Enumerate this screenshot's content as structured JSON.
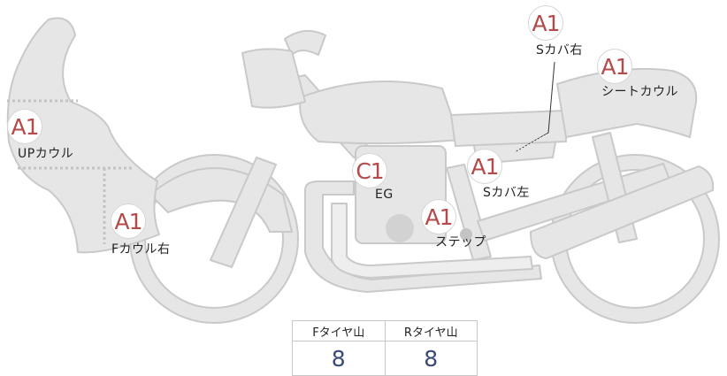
{
  "parts": [
    {
      "id": "up-cowl",
      "grade": "A1",
      "label": "UPカウル"
    },
    {
      "id": "f-cowl-right",
      "grade": "A1",
      "label": "Fカウル右"
    },
    {
      "id": "engine",
      "grade": "C1",
      "label": "EG"
    },
    {
      "id": "step",
      "grade": "A1",
      "label": "ステップ"
    },
    {
      "id": "side-cover-left",
      "grade": "A1",
      "label": "Sカバ左"
    },
    {
      "id": "side-cover-right",
      "grade": "A1",
      "label": "Sカバ右"
    },
    {
      "id": "seat-cowl",
      "grade": "A1",
      "label": "シートカウル"
    }
  ],
  "tire_table": {
    "headers": [
      "Fタイヤ山",
      "Rタイヤ山"
    ],
    "values": [
      "8",
      "8"
    ]
  },
  "colors": {
    "body_fill": "#e6e6e6",
    "body_stroke": "#c9c9c9",
    "grade_text": "#b44a4a",
    "value_text": "#3a4a7a"
  }
}
